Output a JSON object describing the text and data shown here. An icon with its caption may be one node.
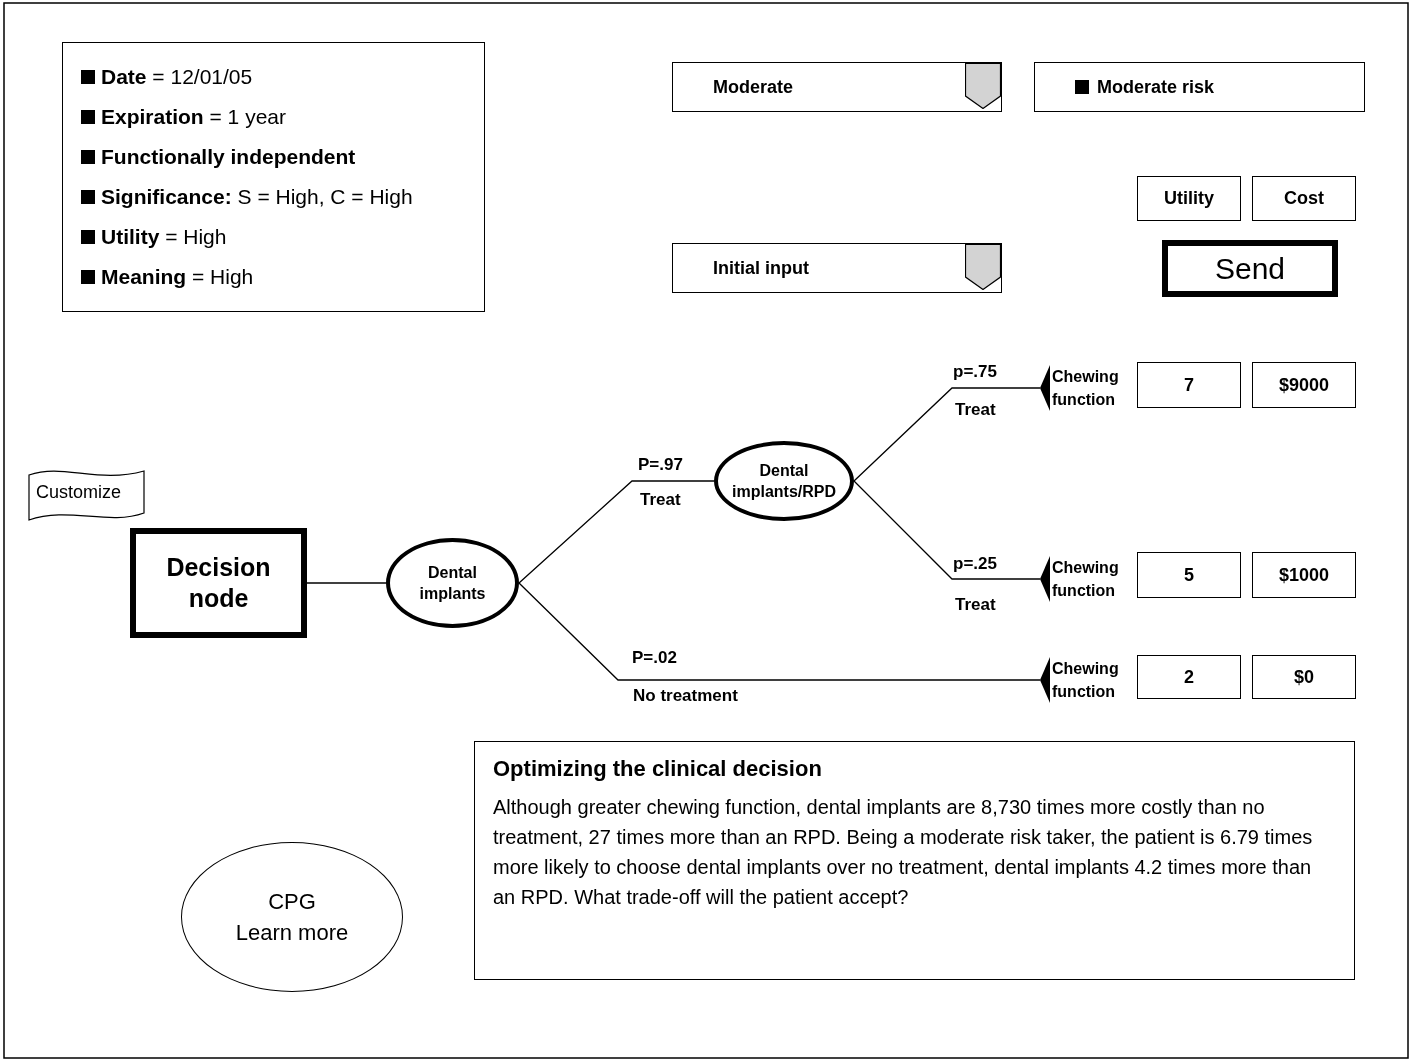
{
  "diagram": {
    "nodes": [
      {
        "text": [
          "**Date** = 12/01/05",
          "**Expiration** = 1 year",
          "Functionally independent",
          "**Significance:** S = High, C = High",
          "**Utility** = High",
          "**Meaning** = High"
        ]
      },
      {
        "text": [
          "Moderate"
        ]
      },
      {
        "text": [
          "Moderate risk"
        ]
      },
      {
        "text": [
          "Utility"
        ]
      },
      {
        "text": [
          "Cost"
        ]
      },
      {
        "text": [
          "Initial input"
        ]
      },
      {
        "text": [
          "Send"
        ]
      },
      {
        "text": [
          "Customize"
        ]
      },
      {
        "text": [
          "Decision node"
        ]
      },
      {
        "text": [
          "Dental implants"
        ]
      },
      {
        "text": [
          "Dental implants/RPD"
        ]
      },
      {
        "text": [
          "Chewing function"
        ]
      },
      {
        "text": [
          "7"
        ]
      },
      {
        "text": [
          "$9000"
        ]
      },
      {
        "text": [
          "Chewing function"
        ]
      },
      {
        "text": [
          "5"
        ]
      },
      {
        "text": [
          "$1000"
        ]
      },
      {
        "text": [
          "Chewing function"
        ]
      },
      {
        "text": [
          "2"
        ]
      },
      {
        "text": [
          "$0"
        ]
      },
      {
        "text": [
          "Optimizing the clinical decision",
          "Although greater chewing function, dental implants are 8,730 times more costly than no treatment, 27 times more than an RPD. Being a moderate risk taker, the patient is 6.79 times more likely to choose dental implants over no treatment, dental implants 4.2 times more than an RPD. What trade-off will the patient accept?"
        ]
      },
      {
        "text": [
          "CPG",
          "Learn more"
        ]
      }
    ],
    "edges": [
      {
        "from": 8,
        "to": 9,
        "arrow": "none"
      },
      {
        "from": 9,
        "to": 10,
        "arrow": "none",
        "label": "P=.97"
      },
      {
        "from": 9,
        "to": 17,
        "arrow": "none",
        "label": "P=.02"
      },
      {
        "from": 10,
        "to": 11,
        "arrow": "none",
        "label": "p=.75"
      },
      {
        "from": 10,
        "to": 14,
        "arrow": "none",
        "label": "p=.25"
      }
    ],
    "labels": [
      "Treat",
      "Treat",
      "Treat",
      "No treatment"
    ]
  }
}
